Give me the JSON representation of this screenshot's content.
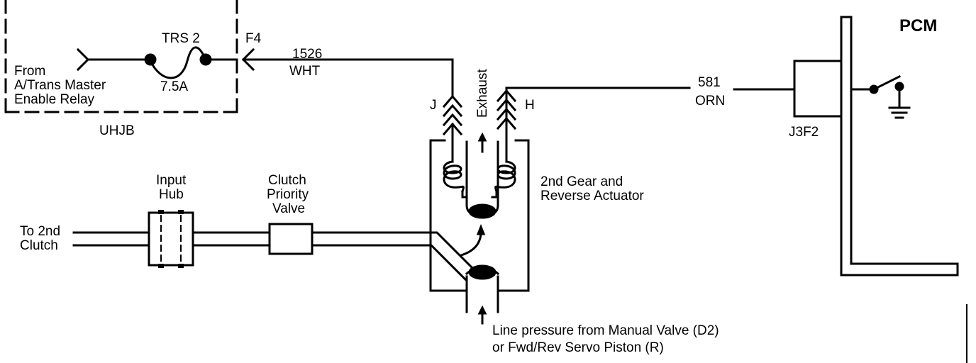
{
  "uhjb": {
    "fuse_name": "TRS 2",
    "fuse_rating": "7.5A",
    "connector": "F4",
    "source_line1": "From",
    "source_line2": "A/Trans Master",
    "source_line3": "Enable Relay",
    "block_name": "UHJB"
  },
  "wires": {
    "feed_circuit": "1526",
    "feed_color": "WHT",
    "control_circuit": "581",
    "control_color": "ORN"
  },
  "actuator": {
    "terminal_j": "J",
    "terminal_h": "H",
    "exhaust_label": "Exhaust",
    "name_line1": "2nd Gear and",
    "name_line2": "Reverse Actuator"
  },
  "pcm": {
    "title": "PCM",
    "connector": "J3F2"
  },
  "hydraulics": {
    "dest_line1": "To 2nd",
    "dest_line2": "Clutch",
    "hub_line1": "Input",
    "hub_line2": "Hub",
    "valve_line1": "Clutch",
    "valve_line2": "Priority",
    "valve_line3": "Valve",
    "source_line1": "Line pressure from Manual Valve (D2)",
    "source_line2": "or Fwd/Rev Servo Piston (R)"
  }
}
